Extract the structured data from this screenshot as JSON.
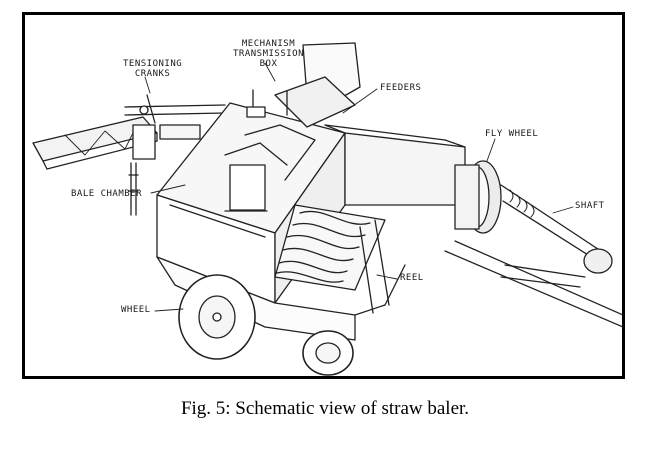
{
  "diagram": {
    "labels": {
      "tensioning_cranks": "TENSIONING\nCRANKS",
      "mechanism_box": "MECHANISM\nTRANSMISSION\nBOX",
      "feeders": "FEEDERS",
      "fly_wheel": "FLY WHEEL",
      "shaft": "SHAFT",
      "bale_chamber": "BALE CHAMBER",
      "reel": "REEL",
      "wheel": "WHEEL"
    }
  },
  "caption": "Fig. 5: Schematic view of straw baler."
}
